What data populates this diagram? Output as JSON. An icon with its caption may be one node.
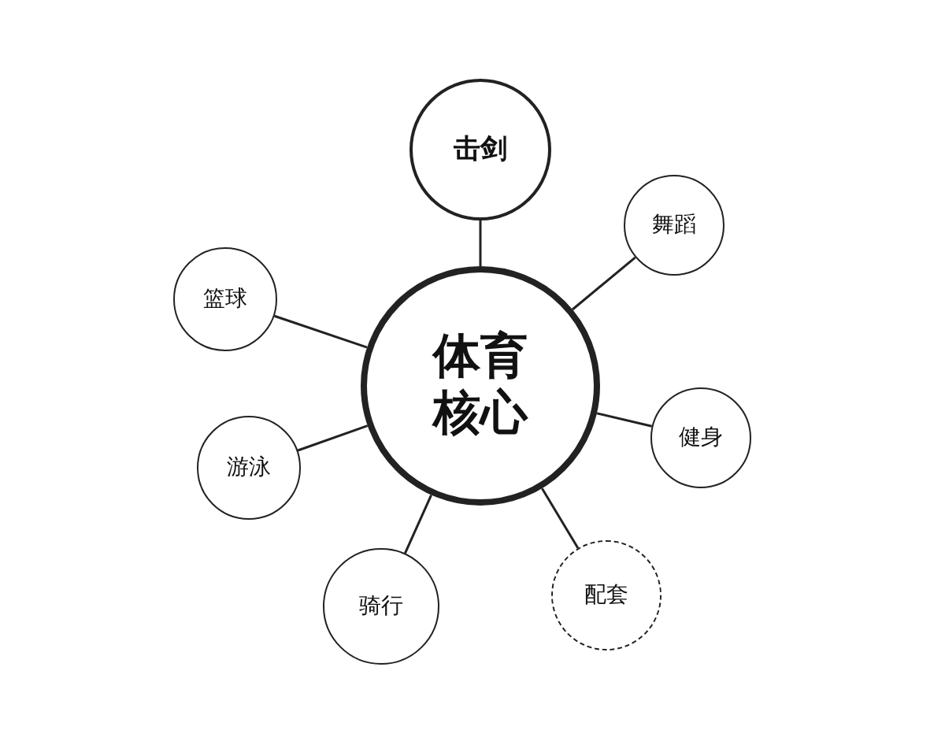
{
  "diagram": {
    "nodes": [
      {
        "text": [
          "体育核心"
        ]
      },
      {
        "text": [
          "击剑"
        ]
      },
      {
        "text": [
          "舞蹈"
        ]
      },
      {
        "text": [
          "健身"
        ]
      },
      {
        "text": [
          "配套"
        ]
      },
      {
        "text": [
          "骑行"
        ]
      },
      {
        "text": [
          "游泳"
        ]
      },
      {
        "text": [
          "篮球"
        ]
      }
    ],
    "edges": [
      {
        "from": 0,
        "to": 1,
        "arrow": "none"
      },
      {
        "from": 0,
        "to": 2,
        "arrow": "none"
      },
      {
        "from": 0,
        "to": 3,
        "arrow": "none"
      },
      {
        "from": 0,
        "to": 4,
        "arrow": "none"
      },
      {
        "from": 0,
        "to": 5,
        "arrow": "none"
      },
      {
        "from": 0,
        "to": 6,
        "arrow": "none"
      },
      {
        "from": 0,
        "to": 7,
        "arrow": "none"
      }
    ]
  }
}
